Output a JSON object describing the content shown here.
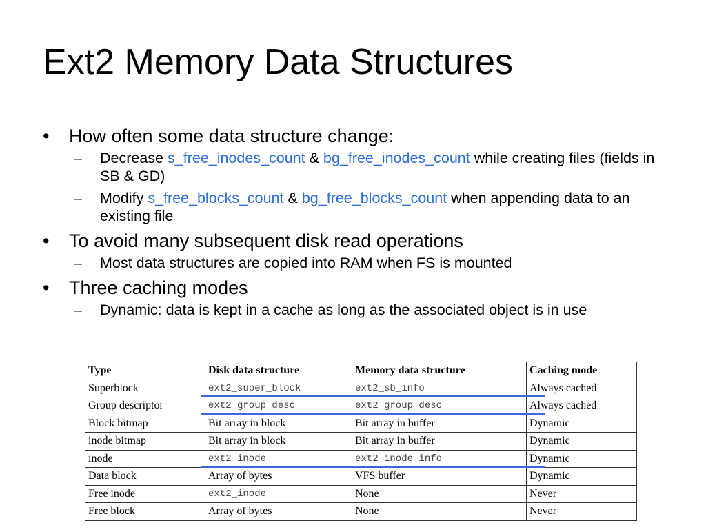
{
  "title": "Ext2 Memory Data Structures",
  "bullets": [
    {
      "text": "How often some data structure change:",
      "subs": [
        {
          "parts": [
            {
              "t": "Decrease ",
              "hl": false
            },
            {
              "t": "s_free_inodes_count",
              "hl": true
            },
            {
              "t": " & ",
              "hl": false
            },
            {
              "t": "bg_free_inodes_count",
              "hl": true
            },
            {
              "t": " while creating files (fields in SB & GD)",
              "hl": false
            }
          ]
        },
        {
          "parts": [
            {
              "t": "Modify ",
              "hl": false
            },
            {
              "t": "s_free_blocks_count",
              "hl": true
            },
            {
              "t": " & ",
              "hl": false
            },
            {
              "t": "bg_free_blocks_count",
              "hl": true
            },
            {
              "t": " when appending data to an existing file",
              "hl": false
            }
          ]
        }
      ]
    },
    {
      "text": "To avoid many subsequent disk read operations",
      "subs": [
        {
          "parts": [
            {
              "t": "Most data structures are copied into RAM when FS is mounted",
              "hl": false
            }
          ]
        }
      ]
    },
    {
      "text": "Three caching modes",
      "subs": [
        {
          "parts": [
            {
              "t": "Dynamic: data is kept in a cache as long as the associated object is in use",
              "hl": false
            }
          ]
        }
      ]
    }
  ],
  "bullet_symbol": "•",
  "dash_symbol": "–",
  "colors": {
    "highlight": "#2b6fd6",
    "underline": "#3b67d8"
  },
  "table": {
    "headers": [
      "Type",
      "Disk data structure",
      "Memory data structure",
      "Caching mode"
    ],
    "rows": [
      [
        "Superblock",
        "ext2_super_block",
        "ext2_sb_info",
        "Always cached"
      ],
      [
        "Group descriptor",
        "ext2_group_desc",
        "ext2_group_desc",
        "Always cached"
      ],
      [
        "Block bitmap",
        "Bit array in block",
        "Bit array in buffer",
        "Dynamic"
      ],
      [
        "inode bitmap",
        "Bit array in block",
        "Bit array in buffer",
        "Dynamic"
      ],
      [
        "inode",
        "ext2_inode",
        "ext2_inode_info",
        "Dynamic"
      ],
      [
        "Data block",
        "Array of bytes",
        "VFS buffer",
        "Dynamic"
      ],
      [
        "Free inode",
        "ext2_inode",
        "None",
        "Never"
      ],
      [
        "Free block",
        "Array of bytes",
        "None",
        "Never"
      ]
    ],
    "mono_cells": [
      [
        0,
        1
      ],
      [
        0,
        2
      ],
      [
        1,
        1
      ],
      [
        1,
        2
      ],
      [
        4,
        1
      ],
      [
        4,
        2
      ],
      [
        6,
        1
      ]
    ],
    "underlined_rows": [
      0,
      1,
      4
    ]
  }
}
